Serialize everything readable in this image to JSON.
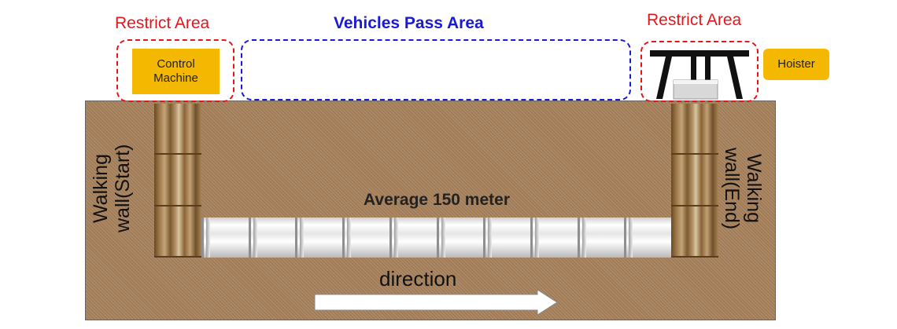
{
  "labels": {
    "restrict_left": "Restrict Area",
    "vehicles_pass": "Vehicles Pass Area",
    "restrict_right": "Restrict Area",
    "control_machine": "Control\nMachine",
    "hoister": "Hoister",
    "wall_start": "Walking\nwall(Start)",
    "wall_end": "Walking\nwall(End)",
    "distance": "Average 150 meter",
    "direction": "direction"
  },
  "colors": {
    "restrict": "#e8141c",
    "vehicles": "#1a1ad6",
    "machine_box": "#f5b800",
    "ground": "#a07b55",
    "arrow": "#ffffff"
  }
}
